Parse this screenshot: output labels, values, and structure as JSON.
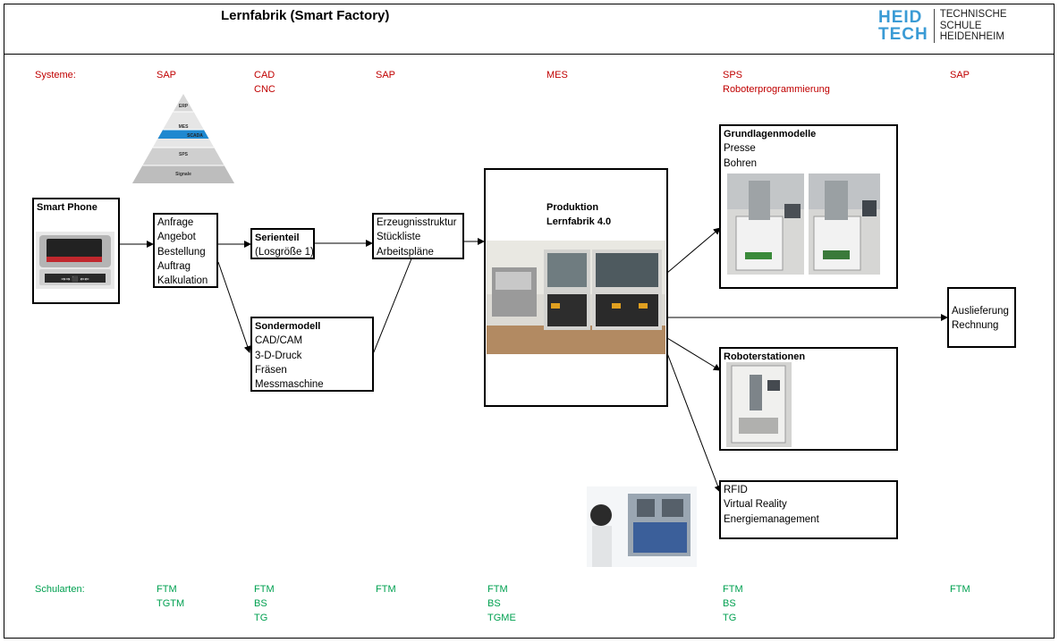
{
  "header": {
    "title": "Lernfabrik (Smart Factory)",
    "logo": {
      "mark_top": "HEID",
      "mark_bottom": "TECH",
      "text_lines": [
        "TECHNISCHE",
        "SCHULE",
        "HEIDENHEIM"
      ]
    }
  },
  "systems": {
    "label": "Systeme:",
    "columns": [
      [
        "SAP"
      ],
      [
        "CAD",
        "CNC"
      ],
      [
        "SAP"
      ],
      [
        "MES"
      ],
      [
        "SPS",
        "Roboterprogrammierung"
      ],
      [
        "SAP"
      ]
    ]
  },
  "pyramid": {
    "levels": [
      "ERP",
      "MES",
      "SCADA",
      "SPS",
      "Signale"
    ]
  },
  "smart_phone": {
    "title": "Smart Phone",
    "device_text": "⇒⇒ ⬛ ⇐⇐"
  },
  "order": {
    "lines": [
      "Anfrage",
      "Angebot",
      "Bestellung",
      "Auftrag",
      "Kalkulation"
    ]
  },
  "serienteil": {
    "title": "Serienteil",
    "lines": [
      "(Losgröße 1)"
    ]
  },
  "sondermodell": {
    "title": "Sondermodell",
    "lines": [
      "CAD/CAM",
      "3-D-Druck",
      "Fräsen",
      "Messmaschine"
    ]
  },
  "struktur": {
    "lines": [
      "Erzeugnisstruktur",
      "Stückliste",
      "Arbeitspläne"
    ]
  },
  "produktion": {
    "title_lines": [
      "Produktion",
      "Lernfabrik 4.0"
    ]
  },
  "grundlagen": {
    "title": "Grundlagenmodelle",
    "lines": [
      "Presse",
      "Bohren"
    ]
  },
  "roboter": {
    "title": "Roboterstationen"
  },
  "rfid": {
    "lines": [
      "RFID",
      "Virtual Reality",
      "Energiemanagement"
    ]
  },
  "auslieferung": {
    "lines": [
      "Auslieferung",
      "Rechnung"
    ]
  },
  "schools": {
    "label": "Schularten:",
    "columns": [
      [
        "FTM",
        "TGTM"
      ],
      [
        "FTM",
        "BS",
        "TG"
      ],
      [
        "FTM"
      ],
      [
        "FTM",
        "BS",
        "TGME"
      ],
      [
        "FTM",
        "BS",
        "TG"
      ],
      [
        "FTM"
      ]
    ]
  },
  "colors": {
    "systems": "#c00000",
    "schools": "#00a050",
    "logo": "#3a9bd5",
    "pyramid_highlight": "#1e88d0"
  }
}
